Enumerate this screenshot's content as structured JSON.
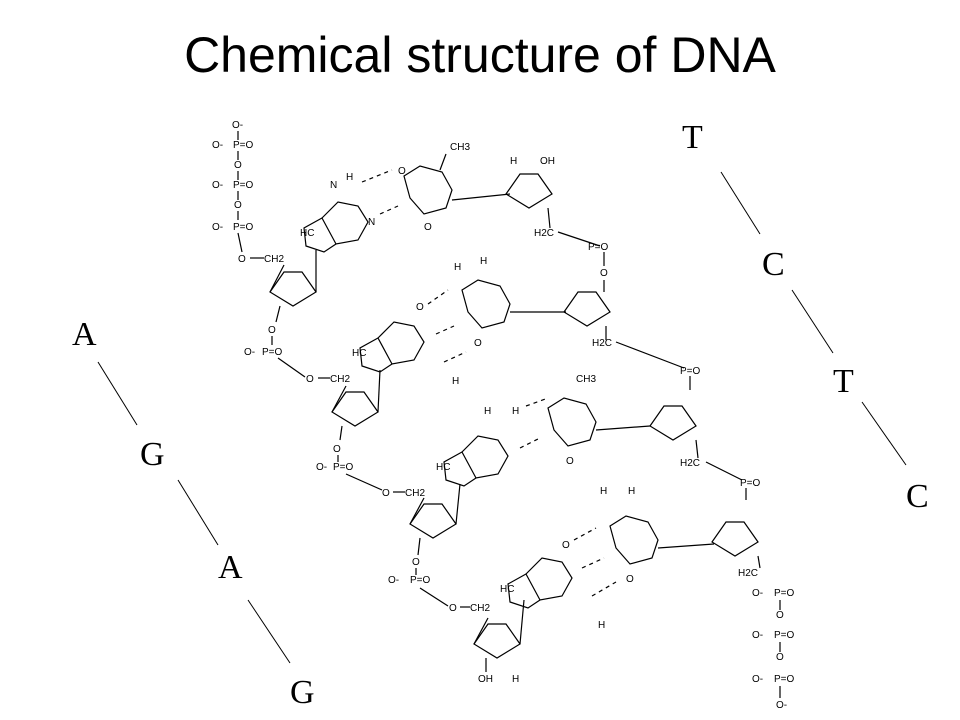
{
  "title": "Chemical structure of DNA",
  "left_strand": {
    "letters": [
      "A",
      "G",
      "A",
      "G"
    ]
  },
  "right_strand": {
    "letters": [
      "T",
      "C",
      "T",
      "C"
    ]
  },
  "atom_labels": {
    "oxygen_anion": "O-",
    "oxygen": "O",
    "phosphorus": "P",
    "phosphate_eq": "P=O",
    "hydrogen": "H",
    "nitrogen": "N",
    "carbon_h": "HC",
    "ch2": "CH2",
    "ch2_rev": "H2C",
    "hydroxyl": "OH",
    "methyl": "CH3",
    "amine_h": "H"
  }
}
